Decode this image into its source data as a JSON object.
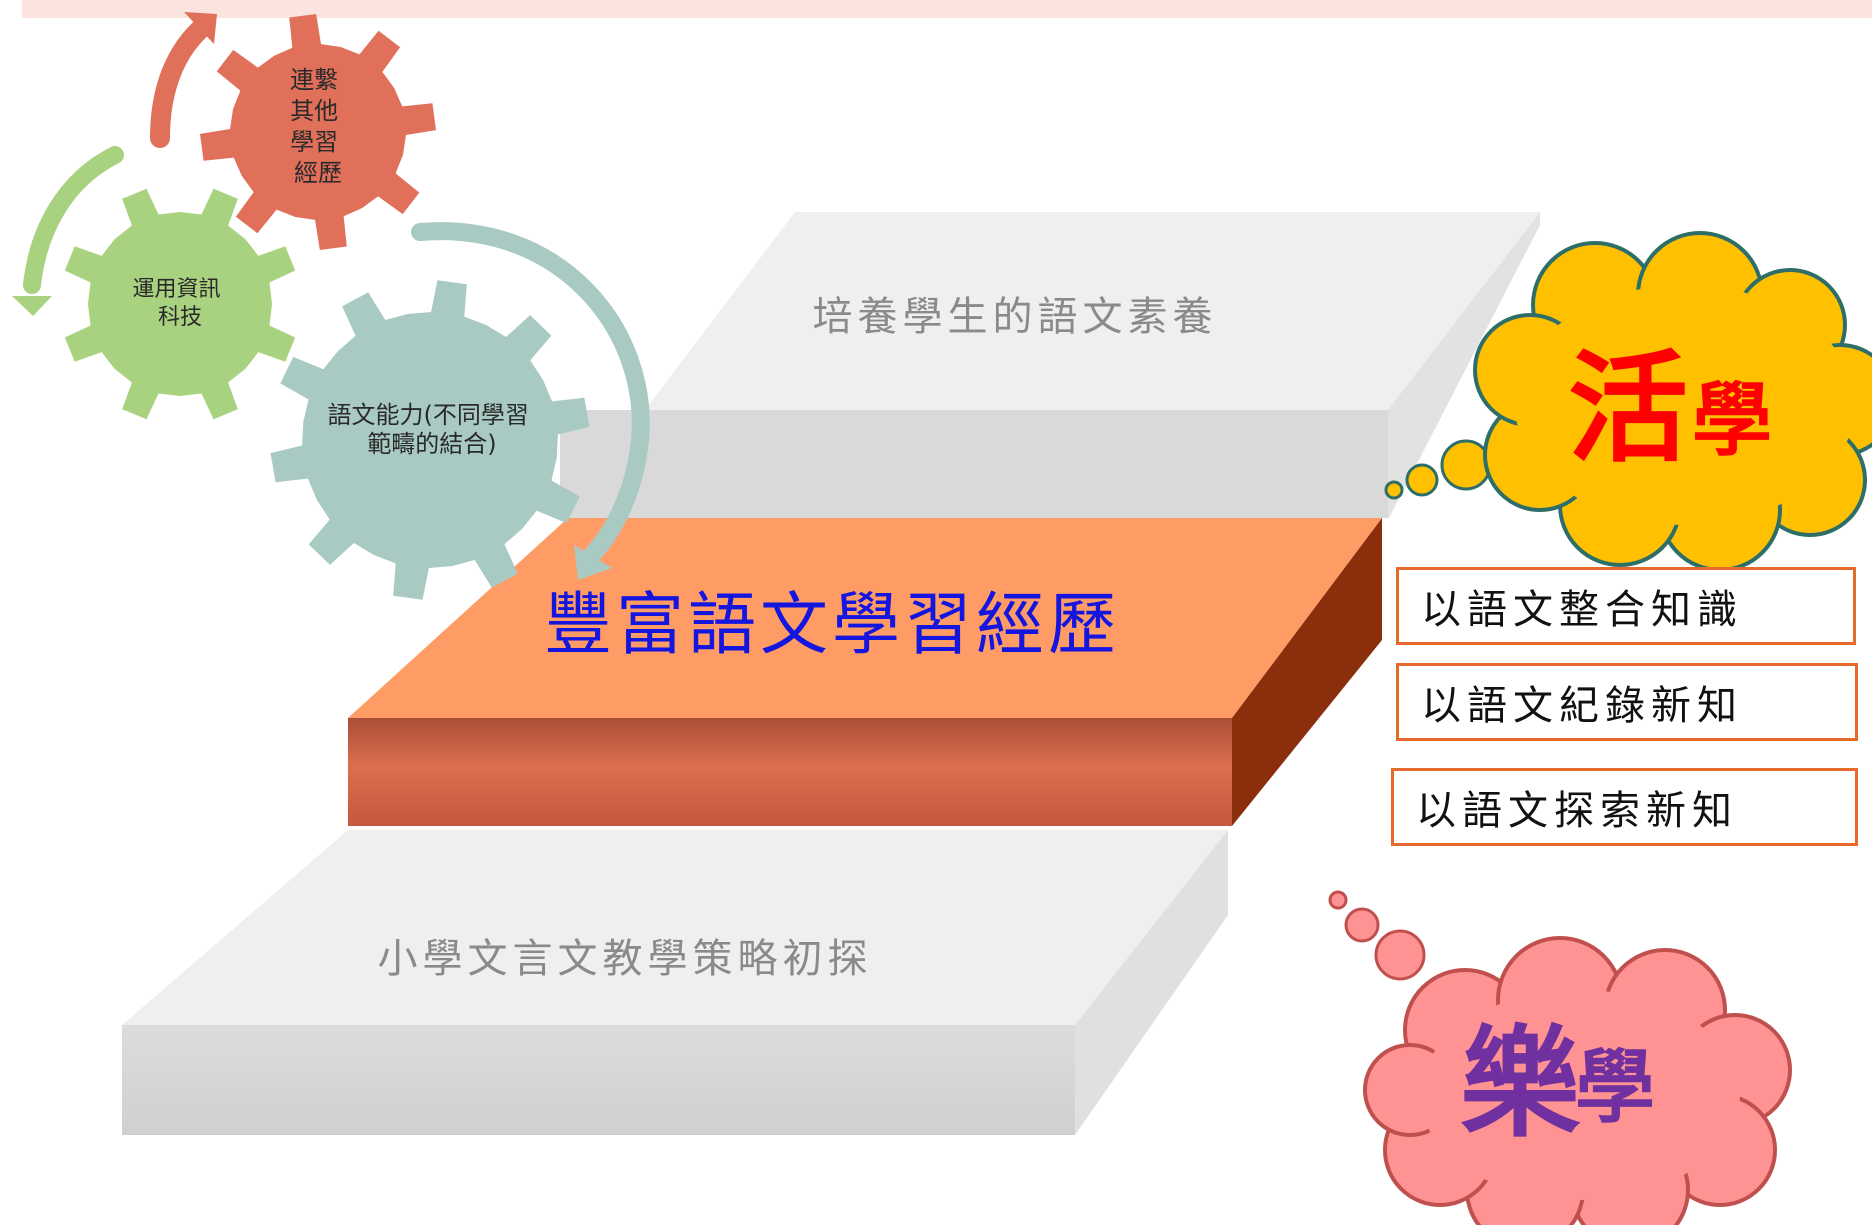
{
  "steps": {
    "top_label": "培養學生的語文素養",
    "middle_label": "豐富語文學習經歷",
    "bottom_label": "小學文言文教學策略初探"
  },
  "gears": [
    {
      "lines": [
        "連繫",
        "其他",
        "學習",
        "經歷"
      ]
    },
    {
      "lines": [
        "運用資訊",
        "科技"
      ]
    },
    {
      "lines": [
        "語文能力(不同學習",
        "範疇的結合)"
      ]
    }
  ],
  "clouds": {
    "top": {
      "big": "活",
      "small": "學"
    },
    "bottom": {
      "big": "樂",
      "small": "學"
    }
  },
  "boxes": [
    "以語文整合知識",
    "以語文紀錄新知",
    "以語文探索新知"
  ],
  "colors": {
    "gear_red": "#e07059",
    "gear_green": "#a8d180",
    "gear_teal": "#a9cac2",
    "step_orange": "#ff9c66",
    "step_grey": "#efefef",
    "cloud_yellow": "#ffc000",
    "cloud_pink": "#ff9393",
    "middle_text_blue": "#1515e0",
    "live_red": "#ff0000",
    "joy_purple": "#7030a0"
  }
}
